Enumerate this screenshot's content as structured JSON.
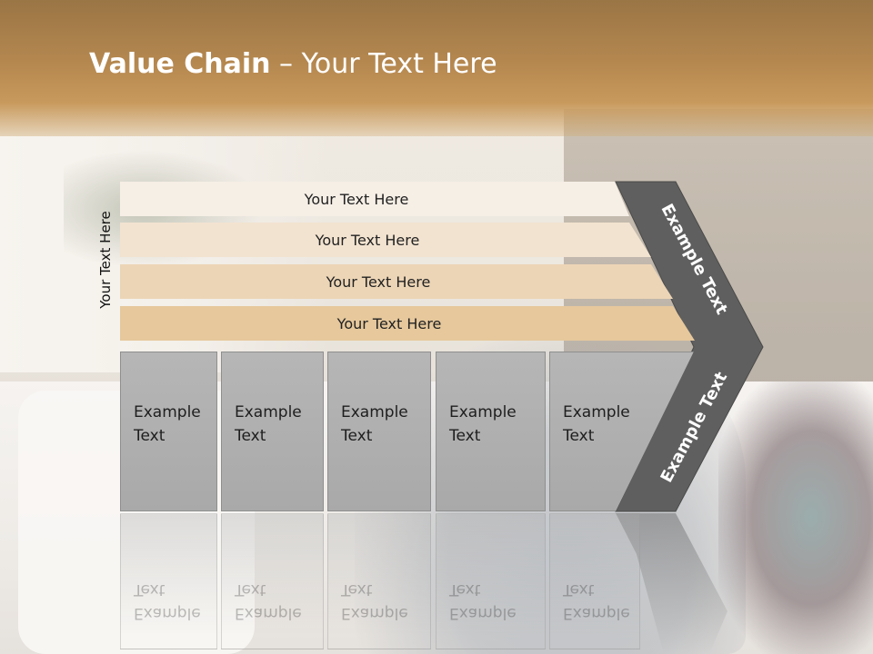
{
  "slide": {
    "title_bold": "Value Chain",
    "title_rest": " – Your Text Here",
    "side_label": "Your Text Here"
  },
  "bars": [
    {
      "label": "Your Text Here",
      "color": "#f6efe6"
    },
    {
      "label": "Your Text Here",
      "color": "#f2e3d0"
    },
    {
      "label": "Your Text Here",
      "color": "#ecd5b6"
    },
    {
      "label": "Your Text Here",
      "color": "#e6c89c"
    }
  ],
  "boxes": [
    {
      "line1": "Example",
      "line2": "Text"
    },
    {
      "line1": "Example",
      "line2": "Text"
    },
    {
      "line1": "Example",
      "line2": "Text"
    },
    {
      "line1": "Example",
      "line2": "Text"
    },
    {
      "line1": "Example",
      "line2": "Text"
    }
  ],
  "arrow": {
    "upper_label": "Example Text",
    "lower_label": "Example Text",
    "color": "#5f5f5f"
  }
}
